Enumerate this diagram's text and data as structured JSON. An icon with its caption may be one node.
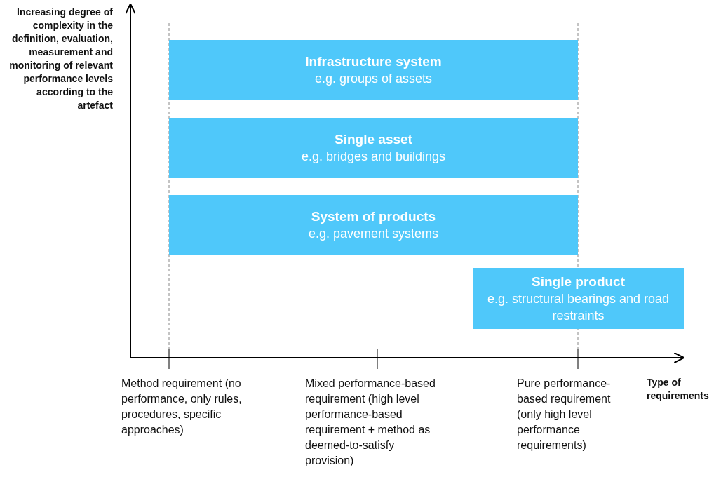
{
  "diagram": {
    "nodes": [
      {
        "text": [
          "Infrastructure system",
          "e.g. groups of assets"
        ]
      },
      {
        "text": [
          "Single asset",
          "e.g. bridges and buildings"
        ]
      },
      {
        "text": [
          "System of products",
          "e.g. pavement systems"
        ]
      },
      {
        "text": [
          "Single product",
          "e.g. structural bearings and road restraints"
        ]
      }
    ],
    "edges": [],
    "labels": [
      "Increasing degree of complexity in the definition, evaluation, measurement and monitoring of relevant performance levels according to the artefact",
      "Method requirement (no performance, only rules, procedures, specific approaches)",
      "Mixed performance-based requirement (high level performance-based requirement + method as deemed-to-satisfy provision)",
      "Pure performance-based requirement (only high level performance requirements)",
      "Type of requirements"
    ]
  }
}
